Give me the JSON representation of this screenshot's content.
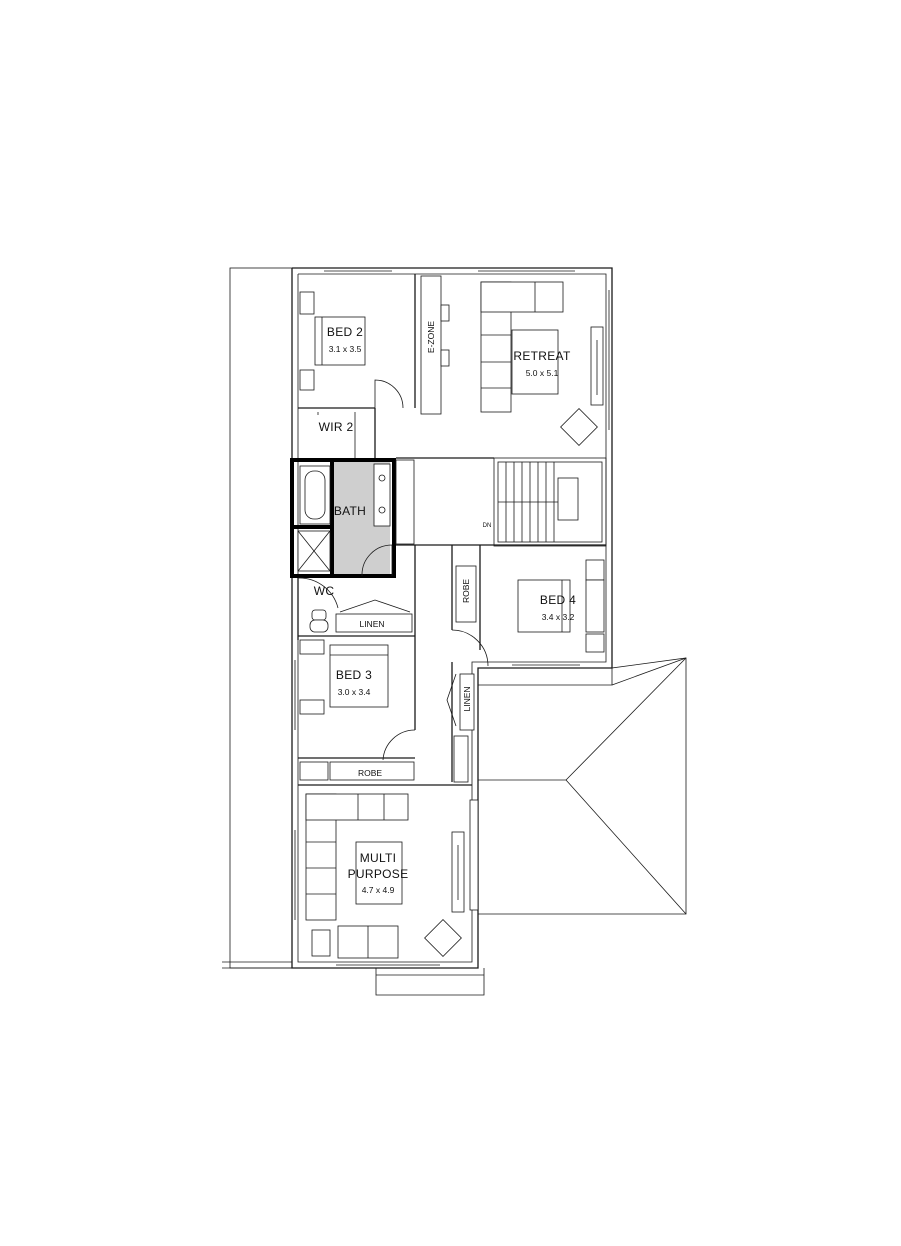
{
  "plan": {
    "bed2": {
      "name": "BED 2",
      "size": "3.1 x 3.5"
    },
    "retreat": {
      "name": "RETREAT",
      "size": "5.0 x 5.1"
    },
    "ezone": "E-ZONE",
    "wir2": "WIR 2",
    "bath": "BATH",
    "wc": "WC",
    "linen_h": "LINEN",
    "linen_v": "LINEN",
    "bed3": {
      "name": "BED 3",
      "size": "3.0 x 3.4"
    },
    "bed4": {
      "name": "BED 4",
      "size": "3.4 x 3.2"
    },
    "robe_bed4": "ROBE",
    "robe_bed3": "ROBE",
    "multi": {
      "name1": "MULTI",
      "name2": "PURPOSE",
      "size": "4.7 x 4.9"
    },
    "stair_dn": "DN"
  },
  "colors": {
    "bath_floor": "#cfcfcf",
    "walls": "#1a1a1a",
    "background": "#ffffff"
  }
}
